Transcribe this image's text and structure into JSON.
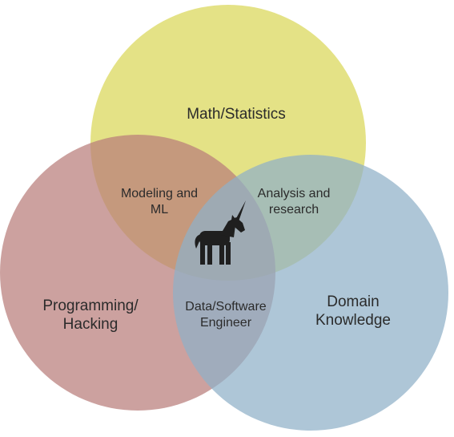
{
  "venn": {
    "sets": {
      "math": {
        "label": "Math/Statistics",
        "color": "#d9d757"
      },
      "programming": {
        "label": "Programming/\nHacking",
        "color": "#b97d7a"
      },
      "domain": {
        "label": "Domain\nKnowledge",
        "color": "#8fb0c7"
      }
    },
    "overlaps": {
      "math_programming": "Modeling and\nML",
      "math_domain": "Analysis and\nresearch",
      "programming_domain": "Data/Software\nEngineer"
    },
    "center": {
      "icon": "unicorn-icon",
      "color": "#1f1f1f"
    }
  }
}
